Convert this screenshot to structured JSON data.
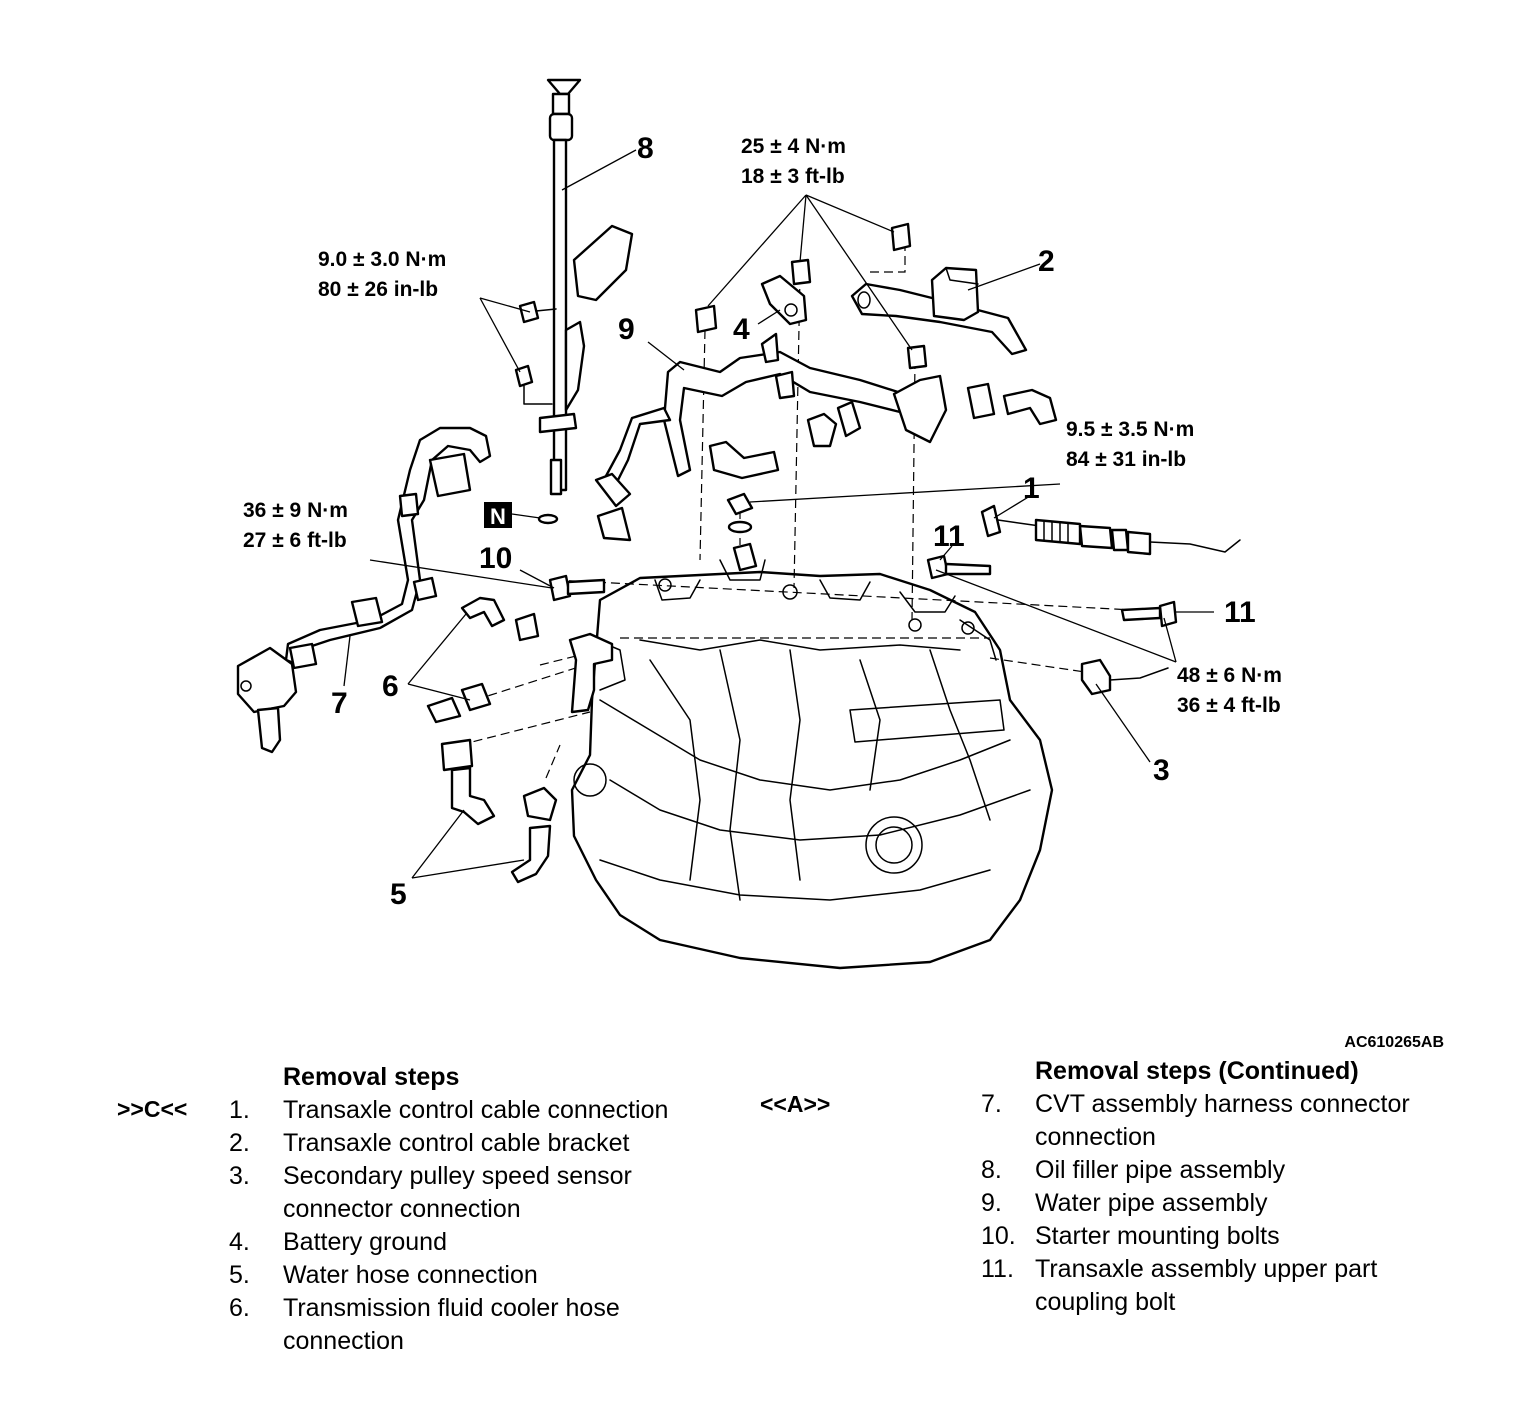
{
  "figure_code": "AC610265AB",
  "n_mark": "N",
  "callouts": [
    "1",
    "2",
    "3",
    "4",
    "5",
    "6",
    "7",
    "8",
    "9",
    "10",
    "11",
    "11"
  ],
  "torques": {
    "t1": [
      "25 ± 4 N·m",
      "18 ± 3 ft-lb"
    ],
    "t2": [
      "9.0 ± 3.0 N·m",
      "80 ± 26 in-lb"
    ],
    "t3": [
      "9.5 ± 3.5 N·m",
      "84 ± 31 in-lb"
    ],
    "t4": [
      "36 ± 9 N·m",
      "27 ± 6 ft-lb"
    ],
    "t5": [
      "48 ± 6 N·m",
      "36 ± 4 ft-lb"
    ]
  },
  "legend_left": {
    "heading": "Removal steps",
    "marker": ">>C<<",
    "items": [
      {
        "num": "1.",
        "text": "Transaxle control cable connection"
      },
      {
        "num": "2.",
        "text": "Transaxle control cable bracket"
      },
      {
        "num": "3.",
        "text": "Secondary pulley speed sensor connector connection"
      },
      {
        "num": "4.",
        "text": "Battery ground"
      },
      {
        "num": "5.",
        "text": "Water hose connection"
      },
      {
        "num": "6.",
        "text": "Transmission fluid cooler hose connection"
      }
    ]
  },
  "legend_right": {
    "heading": "Removal steps (Continued)",
    "marker": "<<A>>",
    "items": [
      {
        "num": "7.",
        "text": "CVT assembly harness connector connection"
      },
      {
        "num": "8.",
        "text": "Oil filler pipe assembly"
      },
      {
        "num": "9.",
        "text": "Water pipe assembly"
      },
      {
        "num": "10.",
        "text": "Starter mounting bolts"
      },
      {
        "num": "11.",
        "text": "Transaxle assembly upper part coupling bolt"
      }
    ]
  }
}
